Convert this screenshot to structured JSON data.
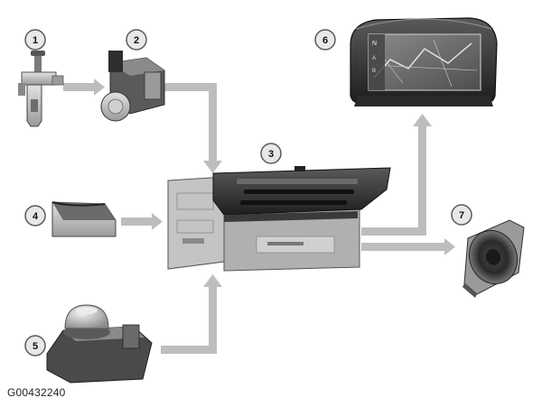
{
  "figure_id": "G00432240",
  "callouts": {
    "c1": "1",
    "c2": "2",
    "c3": "3",
    "c4": "4",
    "c5": "5",
    "c6": "6",
    "c7": "7"
  },
  "screen_labels": {
    "top_left": "N",
    "side_1": "A",
    "side_2": "B"
  },
  "colors": {
    "arrow": "#b8b8b8",
    "callout_fill": "#e6e6e6",
    "callout_stroke": "#5a5a5a",
    "component_dark": "#3a3a3a",
    "component_mid": "#8a8a8a",
    "component_light": "#cfcfcf"
  }
}
